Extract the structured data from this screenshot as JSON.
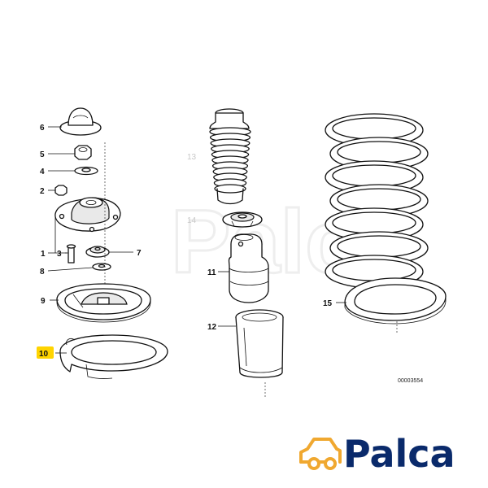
{
  "callouts": {
    "c1": "1",
    "c2": "2",
    "c3": "3",
    "c4": "4",
    "c5": "5",
    "c6": "6",
    "c7": "7",
    "c8": "8",
    "c9": "9",
    "c10": "10",
    "c11": "11",
    "c12": "12",
    "c13": "13",
    "c14": "14",
    "c15": "15"
  },
  "highlight": {
    "label": "10",
    "color": "#ffd400"
  },
  "diagram_code": "00003554",
  "watermark": "Palca",
  "brand": {
    "name": "Palca",
    "color": "#0a2a6b",
    "icon": "car-icon",
    "icon_color": "#f0a830"
  }
}
